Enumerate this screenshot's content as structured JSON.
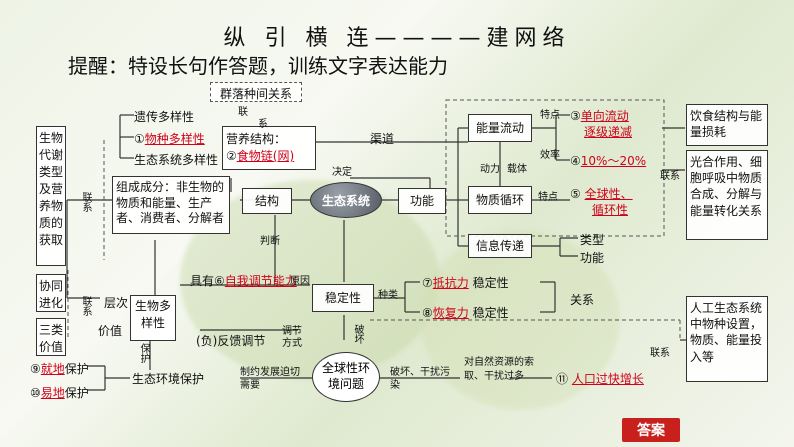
{
  "header": {
    "title": "纵 引 横 连————建网络",
    "subtitle": "提醒：特设长句作答题，训练文字表达能力"
  },
  "left_boxes": {
    "metabolism": "生物代谢类型及营养物质的获取",
    "coevolution": "协同进化",
    "three_values": "三类价值"
  },
  "diagram": {
    "community_relation": "群落种间关系",
    "genetic_diversity": "遗传多样性",
    "species_diversity_num": "①",
    "species_diversity": "物种多样性",
    "ecosystem_diversity": "生态系统多样性",
    "nutrition_structure": "营养结构：",
    "food_chain_num": "②",
    "food_chain": "食物链(网)",
    "components": "组成成分：非生物的物质和能量、生产者、消费者、分解者",
    "structure": "结构",
    "ecosystem": "生态系统",
    "function": "功能",
    "decides": "决定",
    "channel": "渠道",
    "judge": "判断",
    "energy_flow": "能量流动",
    "material_cycle": "物质循环",
    "info_transfer": "信息传递",
    "driving_force": "动力",
    "carrier": "载体",
    "feature1": "特点",
    "feature2": "特点",
    "efficiency": "效率",
    "ans3_num": "③",
    "ans3_line1": "单向流动",
    "ans3_line2": "逐级递减",
    "ans4_num": "④",
    "ans4": "10%～20%",
    "ans5_num": "⑤",
    "ans5_line1": "全球性、",
    "ans5_line2": "循环性",
    "info_type": "类型",
    "info_function": "功能",
    "diet_box": "饮食结构与能量损耗",
    "photo_box": "光合作用、细胞呼吸中物质合成、分解与能量转化关系",
    "connect": "联系",
    "connect_small": "联",
    "connect_small2": "系",
    "hierarchy": "层次",
    "value": "价值",
    "bio_diversity": "生物多样性",
    "has_prefix": "具有⑥",
    "ans6": "自我调节能力",
    "cause": "原因",
    "stability": "稳定性",
    "kinds": "种类",
    "ans7_num": "⑦",
    "ans7": "抵抗力",
    "ans7_suffix": "稳定性",
    "ans8_num": "⑧",
    "ans8": "恢复力",
    "ans8_suffix": "稳定性",
    "relation": "关系",
    "negative_feedback": "(负)反馈调节",
    "regulation": "调节方式",
    "destroy": "破坏",
    "global_problem": "全球性环境问题",
    "protect1": "保护",
    "protect_eco": "生态环境保护",
    "restrict": "制约发展迫切需要",
    "disturb": "破坏、干扰污染",
    "over_exploit": "对自然资源的索取、干扰过多",
    "ans11_num": "⑪",
    "ans11": "人口过快增长",
    "ans9_num": "⑨",
    "ans9": "就地",
    "ans9_suffix": "保护",
    "ans10_num": "⑩",
    "ans10": "易地",
    "ans10_suffix": "保护",
    "artificial_box": "人工生态系统中物种设置，物质、能量投入等"
  },
  "buttons": {
    "answer": "答案"
  }
}
